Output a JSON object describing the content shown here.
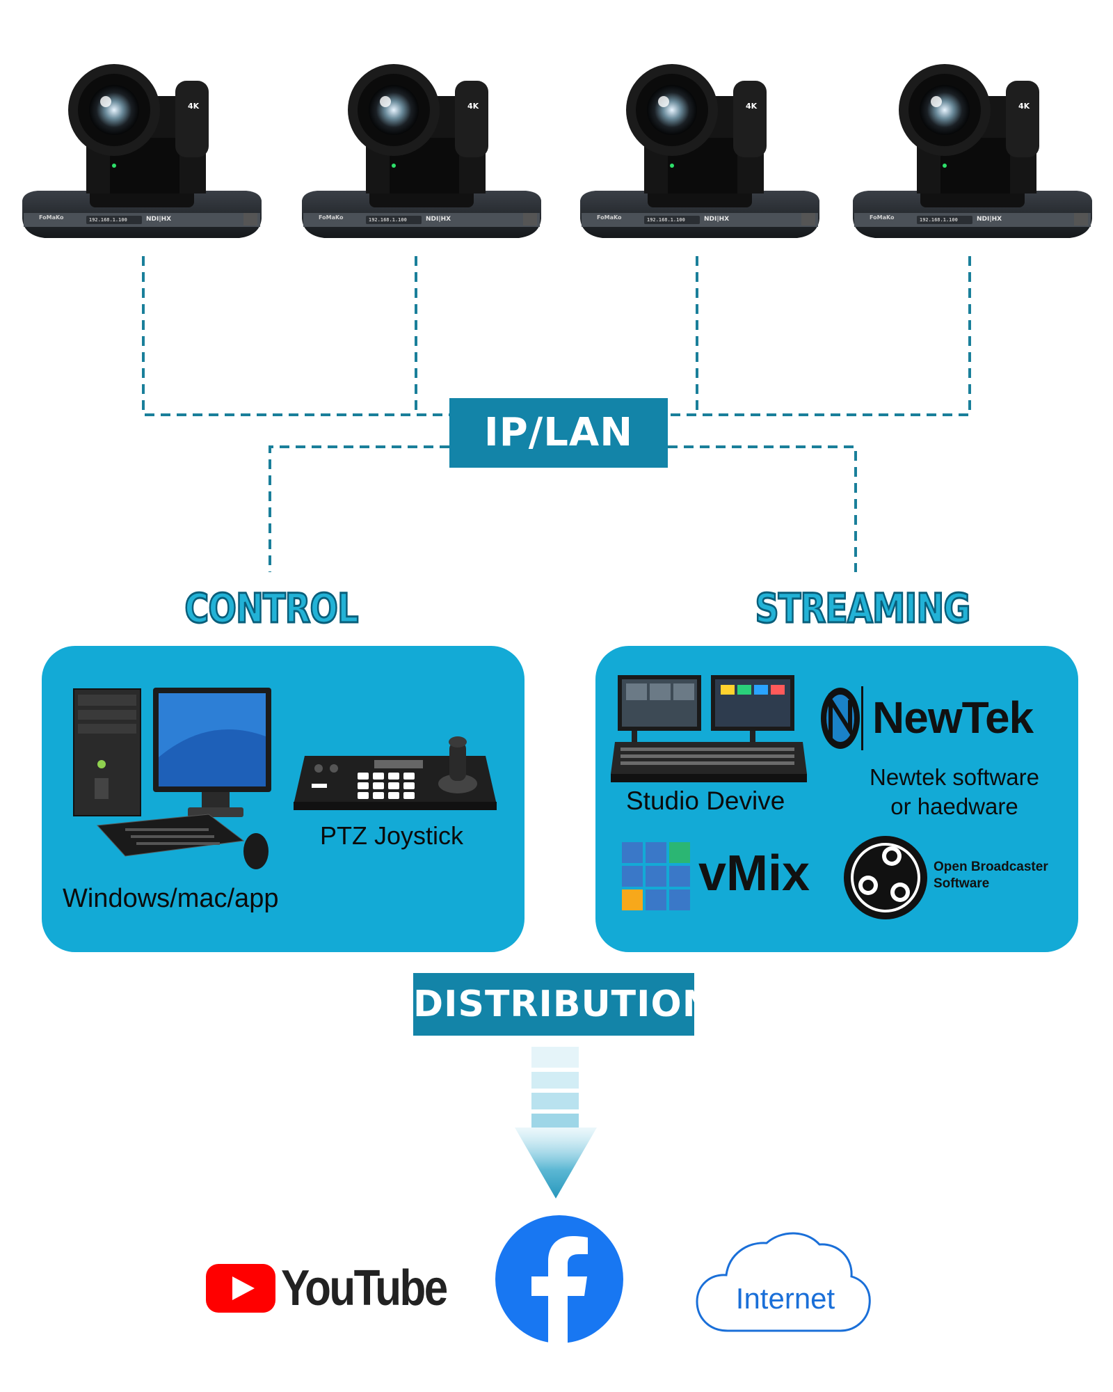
{
  "cameras": [
    {
      "ip": "192.168.1.100",
      "brand": "FoMaKo",
      "ndi": "NDI|HX",
      "badge": "4K"
    },
    {
      "ip": "192.168.1.100",
      "brand": "FoMaKo",
      "ndi": "NDI|HX",
      "badge": "4K"
    },
    {
      "ip": "192.168.1.100",
      "brand": "FoMaKo",
      "ndi": "NDI|HX",
      "badge": "4K"
    },
    {
      "ip": "192.168.1.100",
      "brand": "FoMaKo",
      "ndi": "NDI|HX",
      "badge": "4K"
    }
  ],
  "network_label": "IP/LAN",
  "control": {
    "title": "CONTROL",
    "pc_caption": "Windows/mac/app",
    "joystick_caption": "PTZ Joystick"
  },
  "streaming": {
    "title": "STREAMING",
    "studio_caption": "Studio Devive",
    "newtek_logo": "NewTek",
    "newtek_caption_1": "Newtek software",
    "newtek_caption_2": "or haedware",
    "vmix_logo": "vMix",
    "obs_line_1": "Open Broadcaster",
    "obs_line_2": "Software"
  },
  "distribution_label": "DISTRIBUTION",
  "platforms": {
    "youtube": "YouTube",
    "internet": "Internet"
  },
  "colors": {
    "teal_dark": "#1384a8",
    "panel_blue": "#13aad6",
    "dashed_line": "#1a7f9a",
    "youtube_red": "#ff0000",
    "facebook_blue": "#1877f2",
    "internet_blue": "#1a6fd8"
  }
}
